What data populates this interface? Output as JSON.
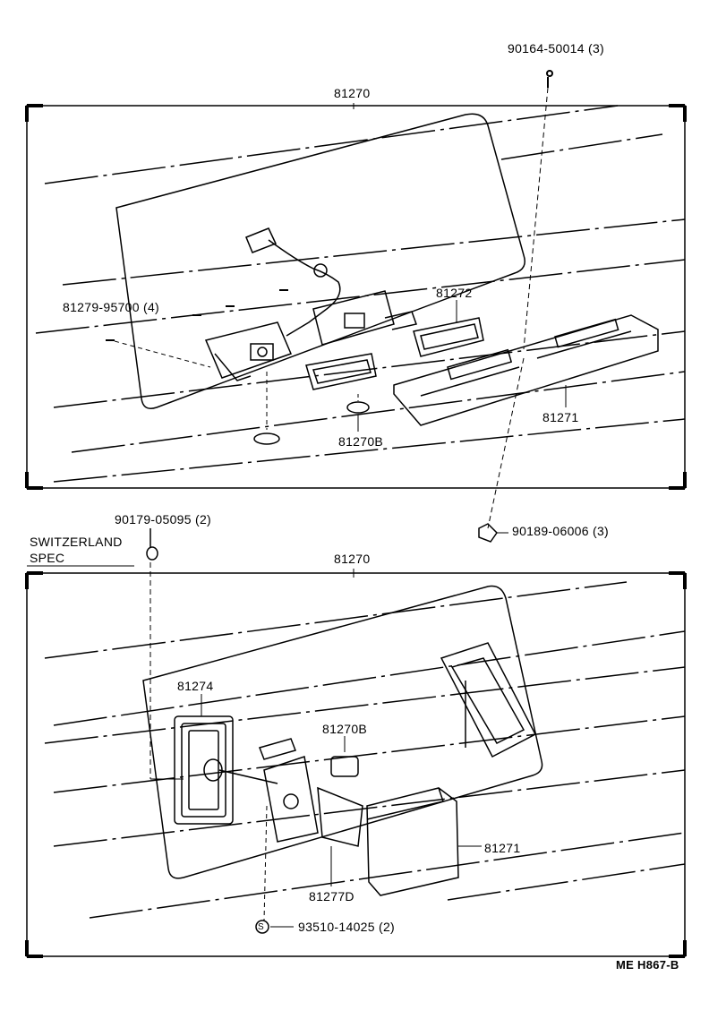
{
  "diagram": {
    "drawing_code": "ME H867-B",
    "top_section": {
      "assembly_part": "81270",
      "screw_part": "90164-50014 (3)",
      "screw_small_part": "81279-95700 (4)",
      "gasket_part": "81272",
      "lens_part": "81271",
      "bulb_part": "81270B"
    },
    "middle_callouts": {
      "clip_part": "90179-05095 (2)",
      "nut_part": "90189-06006 (3)",
      "spec_line1": "SWITZERLAND",
      "spec_line2": "SPEC"
    },
    "bottom_section": {
      "assembly_part": "81270",
      "gasket_part": "81274",
      "bulb_part": "81270B",
      "lens_part": "81271",
      "bracket_part": "81277D",
      "screw_part": "93510-14025 (2)",
      "screw_symbol": "S"
    }
  }
}
